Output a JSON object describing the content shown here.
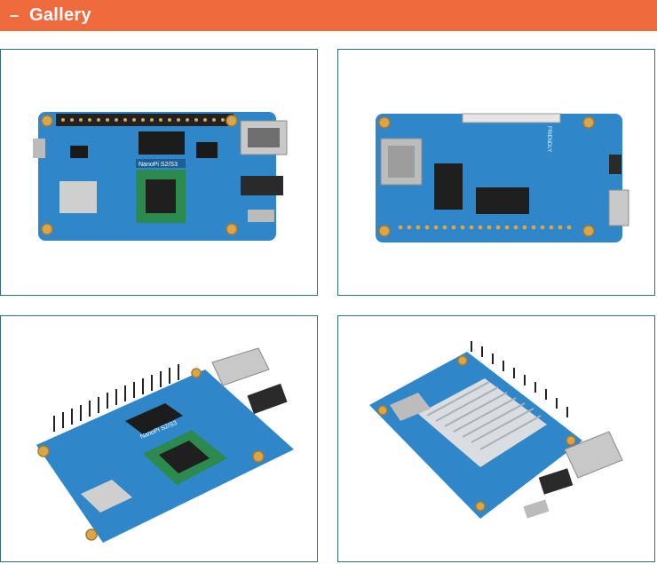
{
  "header": {
    "dash": "–",
    "title": "Gallery"
  },
  "colors": {
    "accent": "#ef6a3d",
    "frame_border": "#2e6f80",
    "pcb_blue": "#2f86c9",
    "gold_pad": "#d9a64a"
  },
  "gallery": {
    "items": [
      {
        "label_1": "NanoPi S2/S3"
      },
      {
        "label_1": "FRIENDLY"
      },
      {
        "label_1": "NanoPi S2/S3"
      },
      {}
    ]
  }
}
